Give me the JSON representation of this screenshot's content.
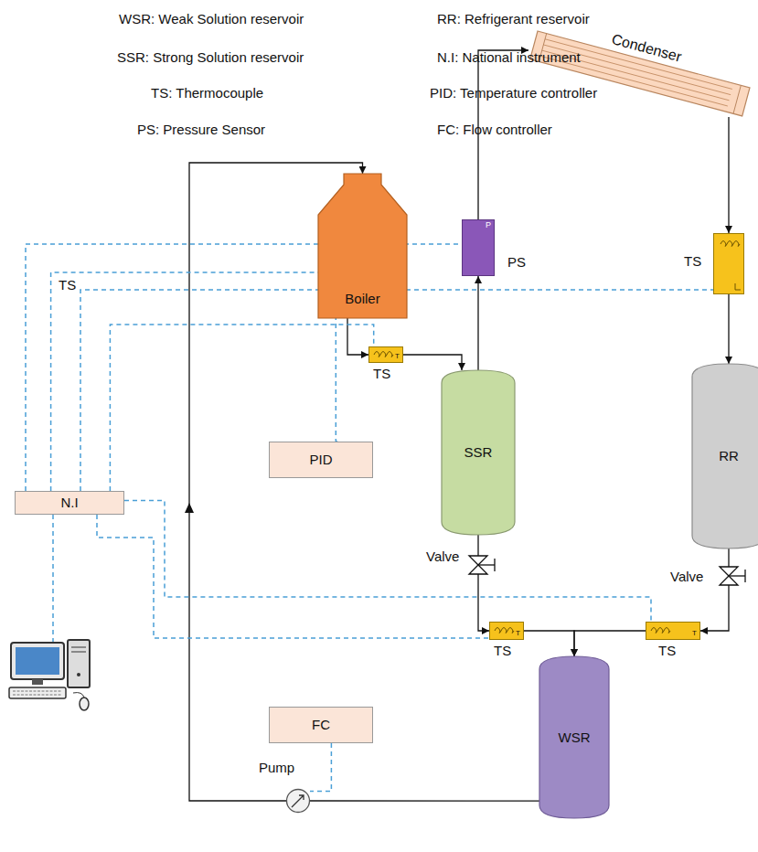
{
  "diagram": {
    "nodes": [
      {
        "text": [
          "Condenser"
        ]
      },
      {
        "text": [
          "Boiler"
        ]
      },
      {
        "text": [
          "P",
          "PS"
        ]
      },
      {
        "text": [
          "TS"
        ]
      },
      {
        "text": [
          "T",
          "TS"
        ]
      },
      {
        "text": [
          "SSR"
        ]
      },
      {
        "text": [
          "RR"
        ]
      },
      {
        "text": [
          "PID"
        ]
      },
      {
        "text": [
          "N.I"
        ]
      },
      {
        "text": [
          "T",
          "TS"
        ]
      },
      {
        "text": [
          "T",
          "TS"
        ]
      },
      {
        "text": [
          "WSR"
        ]
      },
      {
        "text": [
          "FC"
        ]
      },
      {
        "text": [
          "Pump"
        ]
      }
    ],
    "edges": [
      {
        "from": 13,
        "to": 1,
        "arrow": "to"
      },
      {
        "from": 1,
        "to": 4,
        "arrow": "to"
      },
      {
        "from": 4,
        "to": 5,
        "arrow": "to"
      },
      {
        "from": 5,
        "to": 2,
        "arrow": "to"
      },
      {
        "from": 2,
        "to": 0,
        "arrow": "to"
      },
      {
        "from": 0,
        "to": 3,
        "arrow": "to"
      },
      {
        "from": 3,
        "to": 6,
        "arrow": "to"
      },
      {
        "from": 6,
        "to": 10,
        "arrow": "to"
      },
      {
        "from": 5,
        "to": 9,
        "arrow": "to"
      },
      {
        "from": 9,
        "to": 11,
        "arrow": "to"
      },
      {
        "from": 10,
        "to": 11,
        "arrow": "to"
      },
      {
        "from": 11,
        "to": 13,
        "arrow": "none"
      },
      {
        "from": 8,
        "to": 2,
        "arrow": "none"
      },
      {
        "from": 8,
        "to": 1,
        "arrow": "none"
      },
      {
        "from": 8,
        "to": 3,
        "arrow": "none"
      },
      {
        "from": 8,
        "to": 4,
        "arrow": "none"
      },
      {
        "from": 8,
        "to": 10,
        "arrow": "none"
      },
      {
        "from": 8,
        "to": 9,
        "arrow": "none"
      },
      {
        "from": 7,
        "to": 1,
        "arrow": "none"
      },
      {
        "from": 12,
        "to": 13,
        "arrow": "none"
      }
    ],
    "labels": [
      "WSR: Weak Solution reservoir",
      "RR: Refrigerant reservoir",
      "SSR: Strong Solution reservoir",
      "N.I: National instrument",
      "TS: Thermocouple",
      "PID: Temperature controller",
      "PS: Pressure Sensor",
      "FC: Flow controller",
      "TS",
      "Valve",
      "Valve"
    ]
  }
}
